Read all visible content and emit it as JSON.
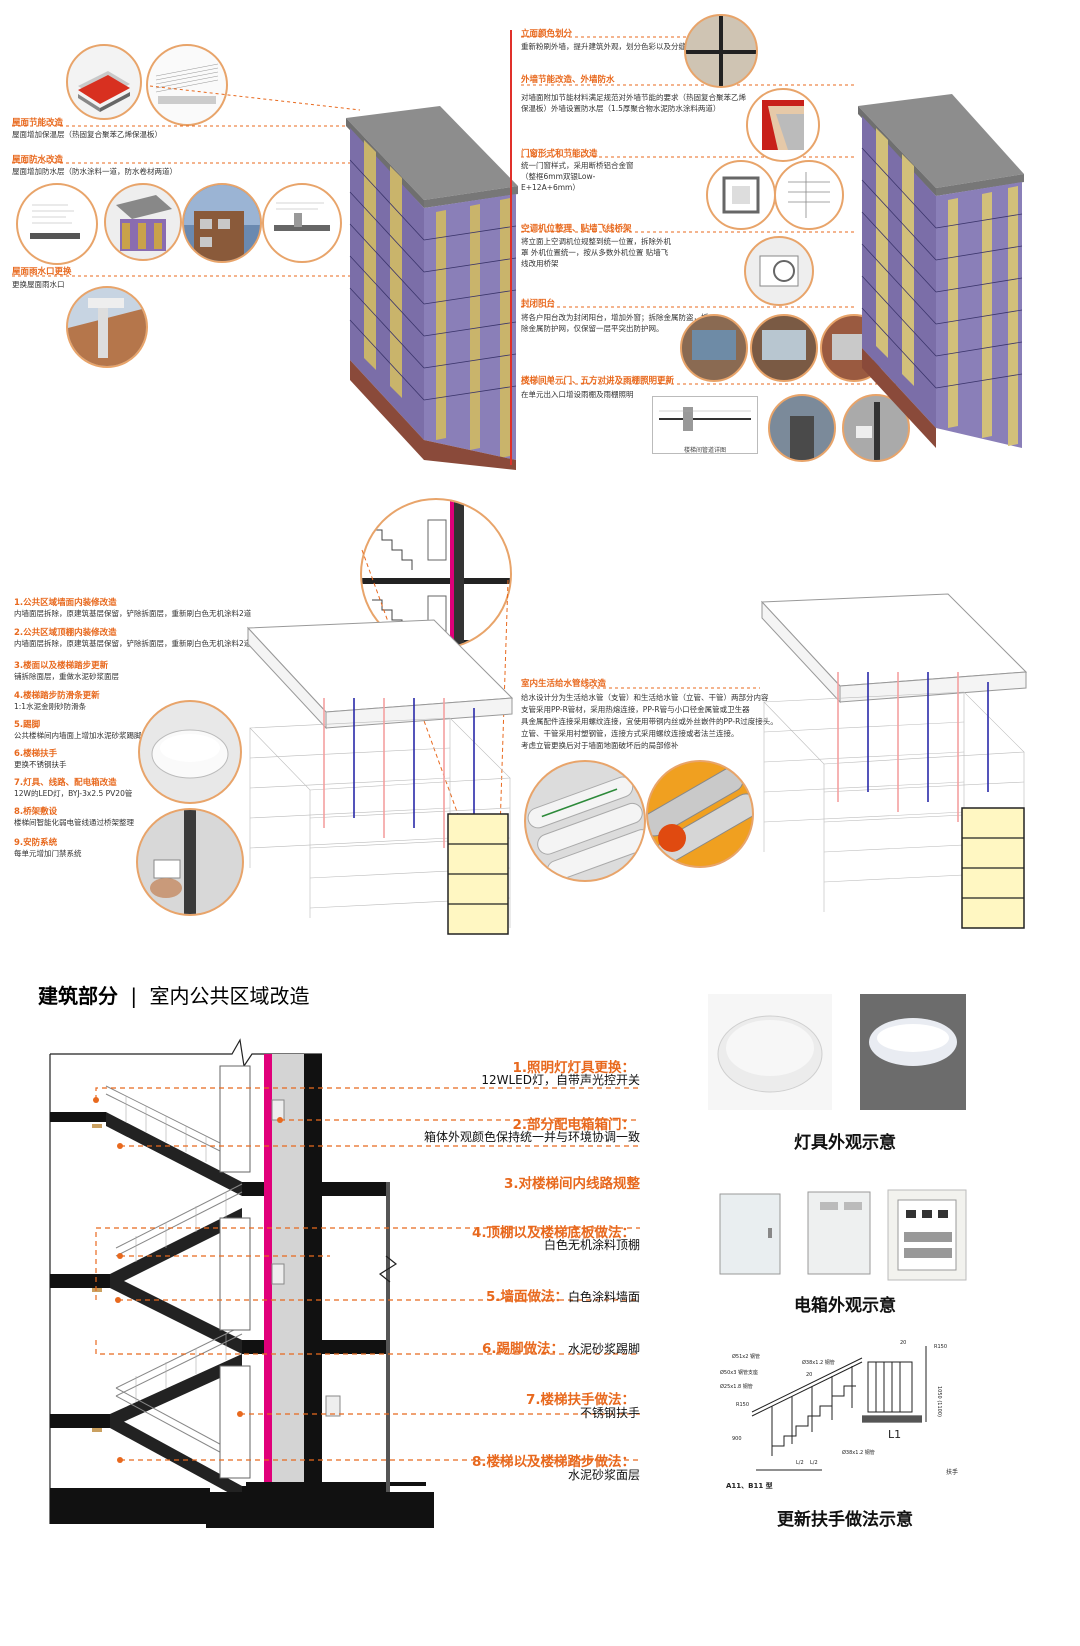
{
  "top_left": {
    "items": [
      {
        "title": "屋面节能改造",
        "text": "屋面增加保温层（热固复合聚苯乙烯保温板）"
      },
      {
        "title": "屋面防水改造",
        "text": "屋面增加防水层（防水涂料一道，防水卷材两道）"
      },
      {
        "title": "屋面雨水口更换",
        "text": "更换屋面雨水口"
      }
    ]
  },
  "top_right": {
    "items": [
      {
        "title": "立面颜色划分",
        "text": "重新粉刷外墙，提升建筑外观，划分色彩以及分缝"
      },
      {
        "title": "外墙节能改造、外墙防水",
        "text": "对墙面附加节能材料满足规范对外墙节能的要求（热固复合聚苯乙烯保温板）外墙设置防水层（1.5厚聚合物水泥防水涂料两道）"
      },
      {
        "title": "门窗形式和节能改造",
        "text": "统一门窗样式，采用断桥铝合金窗（整框6mm双银Low-E+12A+6mm）"
      },
      {
        "title": "空调机位整理、贴墙飞线桥架",
        "text": "将立面上空调机位规整到统一位置，拆除外机罩 外机位置统一，按从多数外机位置 贴墙飞线改用桥架"
      },
      {
        "title": "封闭阳台",
        "text": "将各户阳台改为封闭阳台，增加外窗；拆除金属防盗，拆除金属防护网，仅保留一层平突出防护网。"
      },
      {
        "title": "楼梯间单元门、五方对讲及雨棚照明更新",
        "text": "在单元出入口增设雨棚及雨棚照明"
      }
    ],
    "detail_caption": "楼梯间管道详图"
  },
  "middle_left": {
    "items": [
      {
        "title": "1.公共区域墙面内装修改造",
        "text": "内墙面层拆除，原建筑基层保留，铲除拆面层，重新刷白色无机涂料2道"
      },
      {
        "title": "2.公共区域顶棚内装修改造",
        "text": "内墙面层拆除，原建筑基层保留，铲除拆面层，重新刷白色无机涂料2道"
      },
      {
        "title": "3.楼面以及楼梯踏步更新",
        "text": "铺拆除面层，重做水泥砂浆面层"
      },
      {
        "title": "4.楼梯踏步防滑条更新",
        "text": "1:1水泥金刚砂防滑条"
      },
      {
        "title": "5.踢脚",
        "text": "公共楼梯间内墙面上增加水泥砂浆踢脚"
      },
      {
        "title": "6.楼梯扶手",
        "text": "更换不锈钢扶手"
      },
      {
        "title": "7.灯具、线路、配电箱改造",
        "text": "12W的LED灯，BYJ-3x2.5 PV20管"
      },
      {
        "title": "8.桥架敷设",
        "text": "楼梯间智能化弱电管线通过桥架整理"
      },
      {
        "title": "9.安防系统",
        "text": "每单元增加门禁系统"
      }
    ]
  },
  "middle_right": {
    "title": "室内生活给水管线改造",
    "text1": "给水设计分为生活给水管（支管）和生活给水管（立管、干管）两部分内容",
    "text2": "支管采用PP-R管材，采用热熔连接，PP-R管与小口径金属管或卫生器",
    "text3": "具金属配件连接采用螺纹连接，宜使用带铜内丝或外丝嵌件的PP-R过度接头。",
    "text4": "立管、干管采用衬塑钢管，连接方式采用螺纹连接或者法兰连接。",
    "text5": "考虑立管更换后对于墙面地面破坏后的局部修补"
  },
  "bottom": {
    "heading_bold": "建筑部分",
    "heading_sep": "|",
    "heading_rest": "室内公共区域改造",
    "items": [
      {
        "title": "1.照明灯灯具更换：",
        "text": "12WLED灯，自带声光控开关"
      },
      {
        "title": "2.部分配电箱箱门：",
        "text": "箱体外观颜色保持统一并与环境协调一致"
      },
      {
        "title": "3.对楼梯间内线路规整",
        "text": ""
      },
      {
        "title": "4.顶棚以及楼梯底板做法：",
        "text": "白色无机涂料顶棚"
      },
      {
        "title": "5.墙面做法：",
        "text": "白色涂料墙面"
      },
      {
        "title": "6.踢脚做法：",
        "text": "水泥砂浆踢脚"
      },
      {
        "title": "7.楼梯扶手做法：",
        "text": "不锈钢扶手"
      },
      {
        "title": "8.楼梯以及楼梯踏步做法：",
        "text": "水泥砂浆面层"
      }
    ],
    "captions": {
      "lamp": "灯具外观示意",
      "box": "电箱外观示意",
      "handrail": "更新扶手做法示意"
    },
    "handrail_labels": {
      "model": "A11、B11 型",
      "rail": "扶手",
      "l1": "L1",
      "dims": [
        "Ø51x2 钢管",
        "Ø50x3 钢管支座",
        "Ø38x1.2 钢管",
        "Ø25x1.8 钢管",
        "R150",
        "R150",
        "900",
        "1050 (1100)",
        "20",
        "20",
        "L/2",
        "L/2",
        "Ø38x1.2 钢管"
      ]
    }
  },
  "colors": {
    "accent": "#e8691e",
    "pink": "#e0007a",
    "dash": "#e8691e"
  }
}
